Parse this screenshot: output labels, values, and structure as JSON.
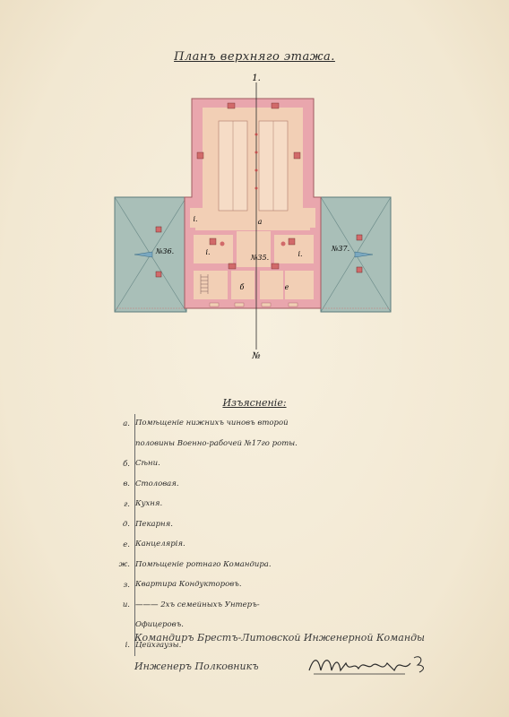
{
  "title": "Планъ верхняго этажа.",
  "plan": {
    "axis_top_label": "1.",
    "axis_bottom_label": "№",
    "building_left": "№36.",
    "building_center": "№35.",
    "building_right": "№37.",
    "room_a": "а",
    "room_b": "б",
    "room_e": "е",
    "room_i1": "і.",
    "room_i2": "і.",
    "room_i3": "і."
  },
  "legend": {
    "title": "Изъясненіе:",
    "items": [
      {
        "key": "а.",
        "text": "Помѣщеніе нижнихъ чиновъ второй"
      },
      {
        "key": "",
        "text": "половины Военно-рабочей №17го роты."
      },
      {
        "key": "б.",
        "text": "Сѣни."
      },
      {
        "key": "в.",
        "text": "Столовая."
      },
      {
        "key": "г.",
        "text": "Кухня."
      },
      {
        "key": "д.",
        "text": "Пекарня."
      },
      {
        "key": "е.",
        "text": "Канцелярія."
      },
      {
        "key": "ж.",
        "text": "Помѣщеніе ротнаго Командира."
      },
      {
        "key": "з.",
        "text": "Квартира Кондукторовъ."
      },
      {
        "key": "и.",
        "text": "——— 2хъ семейныхъ Унтеръ-"
      },
      {
        "key": "",
        "text": "Офицеровъ."
      },
      {
        "key": "і.",
        "text": "Цейхгаузы."
      }
    ]
  },
  "signature": {
    "line1": "Командиръ Брестъ-Литовской Инженерной Команды",
    "line2": "Инженеръ Полковникъ"
  },
  "colors": {
    "wall": "#e9a6ad",
    "floor": "#f2cfb5",
    "roof": "#9fb7b0",
    "ink": "#2b2b2b"
  }
}
